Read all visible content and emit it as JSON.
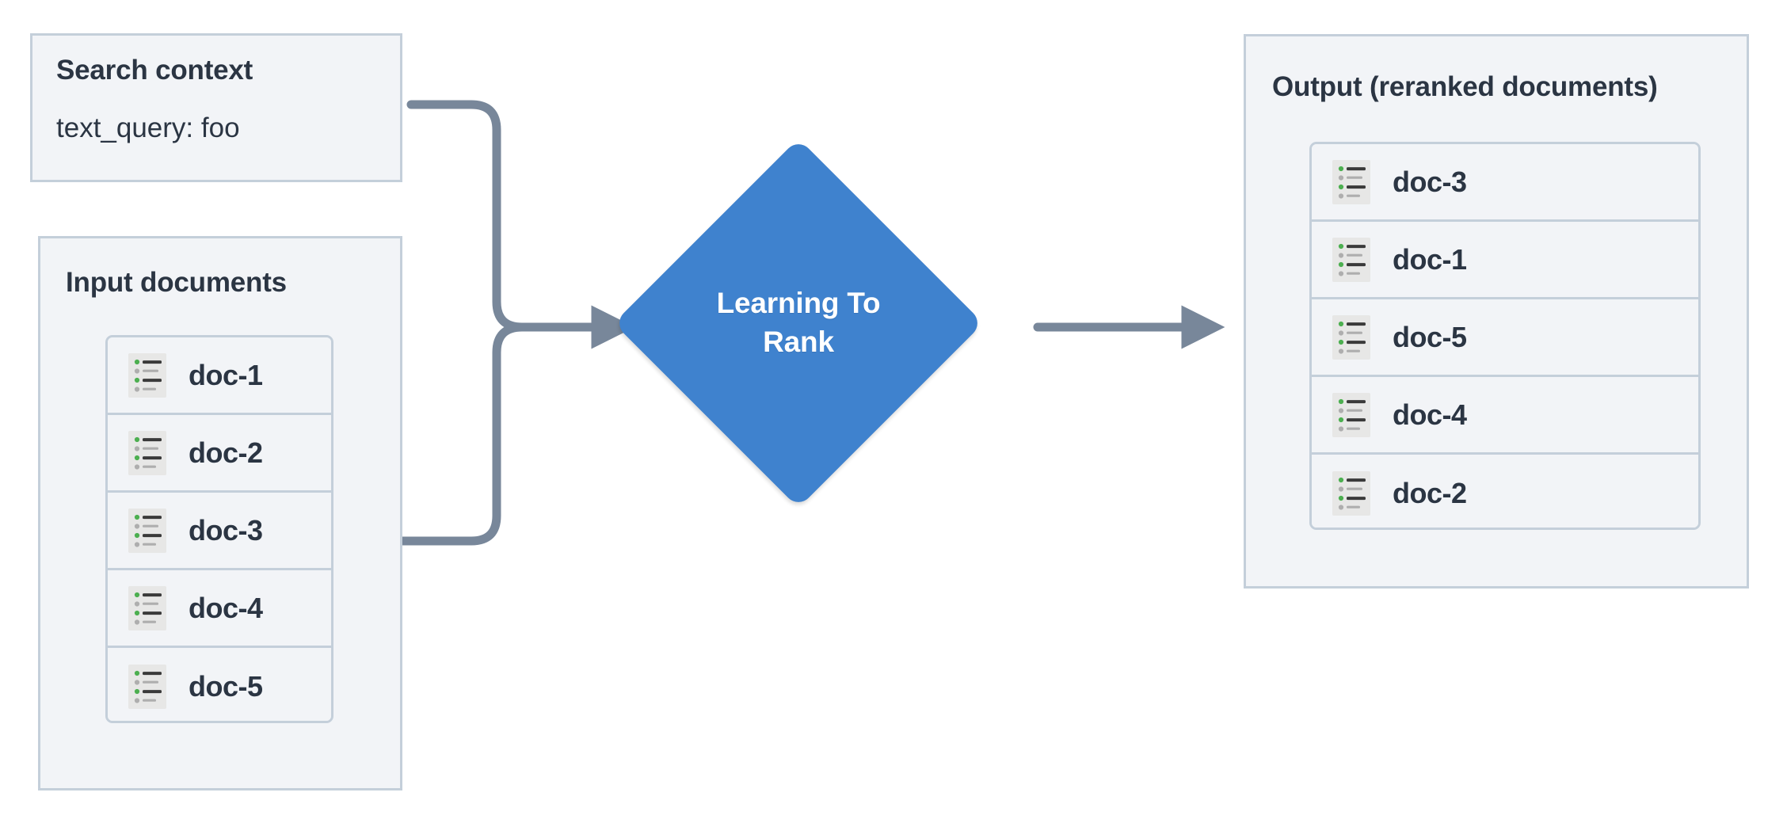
{
  "diagram": {
    "title_hidden": "",
    "colors": {
      "panel_fill": "#f2f4f7",
      "panel_border": "#c4cfda",
      "text": "#2b3543",
      "accent_blue": "#3f82ce",
      "connector": "#78879a",
      "icon_bg": "#e7e7e6",
      "icon_green": "#4caf50",
      "icon_gray": "#aeaeae",
      "icon_dark": "#3a3a3a"
    }
  },
  "search_context": {
    "title": "Search context",
    "query_line": "text_query: foo"
  },
  "input_documents": {
    "title": "Input documents",
    "items": [
      {
        "label": "doc-1",
        "icon": "document-list-icon"
      },
      {
        "label": "doc-2",
        "icon": "document-list-icon"
      },
      {
        "label": "doc-3",
        "icon": "document-list-icon"
      },
      {
        "label": "doc-4",
        "icon": "document-list-icon"
      },
      {
        "label": "doc-5",
        "icon": "document-list-icon"
      }
    ]
  },
  "process": {
    "line1": "Learning To",
    "line2": "Rank",
    "shape": "diamond"
  },
  "output": {
    "title": "Output (reranked documents)",
    "items": [
      {
        "label": "doc-3",
        "icon": "document-list-icon"
      },
      {
        "label": "doc-1",
        "icon": "document-list-icon"
      },
      {
        "label": "doc-5",
        "icon": "document-list-icon"
      },
      {
        "label": "doc-4",
        "icon": "document-list-icon"
      },
      {
        "label": "doc-2",
        "icon": "document-list-icon"
      }
    ]
  },
  "connectors": [
    {
      "name": "search-context-to-ltr",
      "from": "search_context",
      "to": "process"
    },
    {
      "name": "input-documents-to-ltr",
      "from": "input_documents",
      "to": "process"
    },
    {
      "name": "ltr-to-output",
      "from": "process",
      "to": "output"
    }
  ]
}
